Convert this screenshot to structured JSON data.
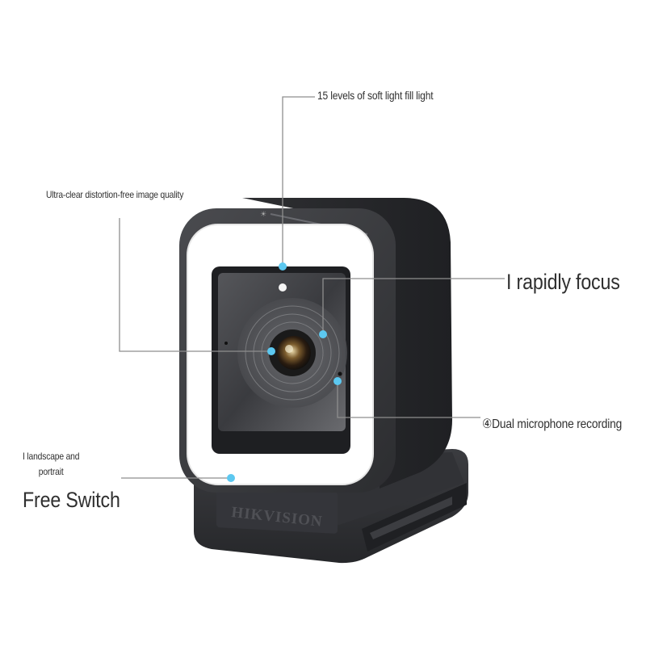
{
  "callouts": {
    "fill_light": "15 levels of soft light fill light",
    "image_quality": "Ultra-clear distortion-free image quality",
    "focus": "I rapidly focus",
    "microphone": "④Dual microphone recording",
    "landscape_line1": "I landscape and",
    "landscape_line2": "portrait",
    "free_switch": "Free Switch"
  },
  "brand": {
    "logo_text": "HIKVISION"
  },
  "colors": {
    "body_dark": "#3a3b3e",
    "ring_light": "#ffffff",
    "lens_panel": "#2a2b2e",
    "marker_dot": "#5cc8f0",
    "leader_line": "#8e8e8e"
  }
}
